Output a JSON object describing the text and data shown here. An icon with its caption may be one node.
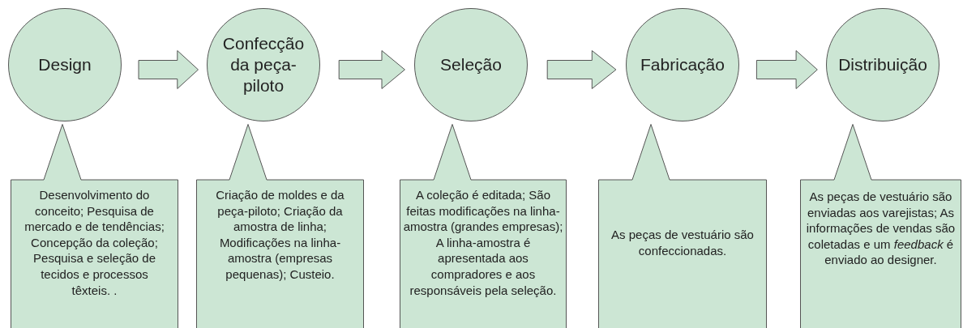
{
  "diagram": {
    "nodes": [
      {
        "text": [
          "Design"
        ]
      },
      {
        "text": [
          "Confecção da peça-piloto"
        ]
      },
      {
        "text": [
          "Seleção"
        ]
      },
      {
        "text": [
          "Fabricação"
        ]
      },
      {
        "text": [
          "Distribuição"
        ]
      },
      {
        "text": [
          "Desenvolvimento do conceito; Pesquisa de mercado e de tendências; Concepção da coleção; Pesquisa e seleção de tecidos e processos têxteis. ."
        ]
      },
      {
        "text": [
          "Criação de moldes e da peça-piloto; Criação da amostra de linha; Modificações na linha-amostra (empresas pequenas); Custeio."
        ]
      },
      {
        "text": [
          "A coleção é editada; São feitas modificações na linha-amostra (grandes empresas); A linha-amostra é apresentada aos compradores e aos responsáveis pela seleção."
        ]
      },
      {
        "text": [
          "As peças de vestuário são confeccionadas."
        ]
      },
      {
        "text": [
          "As peças de vestuário são enviadas aos varejistas; As informações de vendas são coletadas e um *feedback* é enviado ao designer."
        ]
      }
    ],
    "edges": [
      {
        "from": 0,
        "to": 1,
        "arrow": "to"
      },
      {
        "from": 1,
        "to": 2,
        "arrow": "to"
      },
      {
        "from": 2,
        "to": 3,
        "arrow": "to"
      },
      {
        "from": 3,
        "to": 4,
        "arrow": "to"
      }
    ]
  }
}
